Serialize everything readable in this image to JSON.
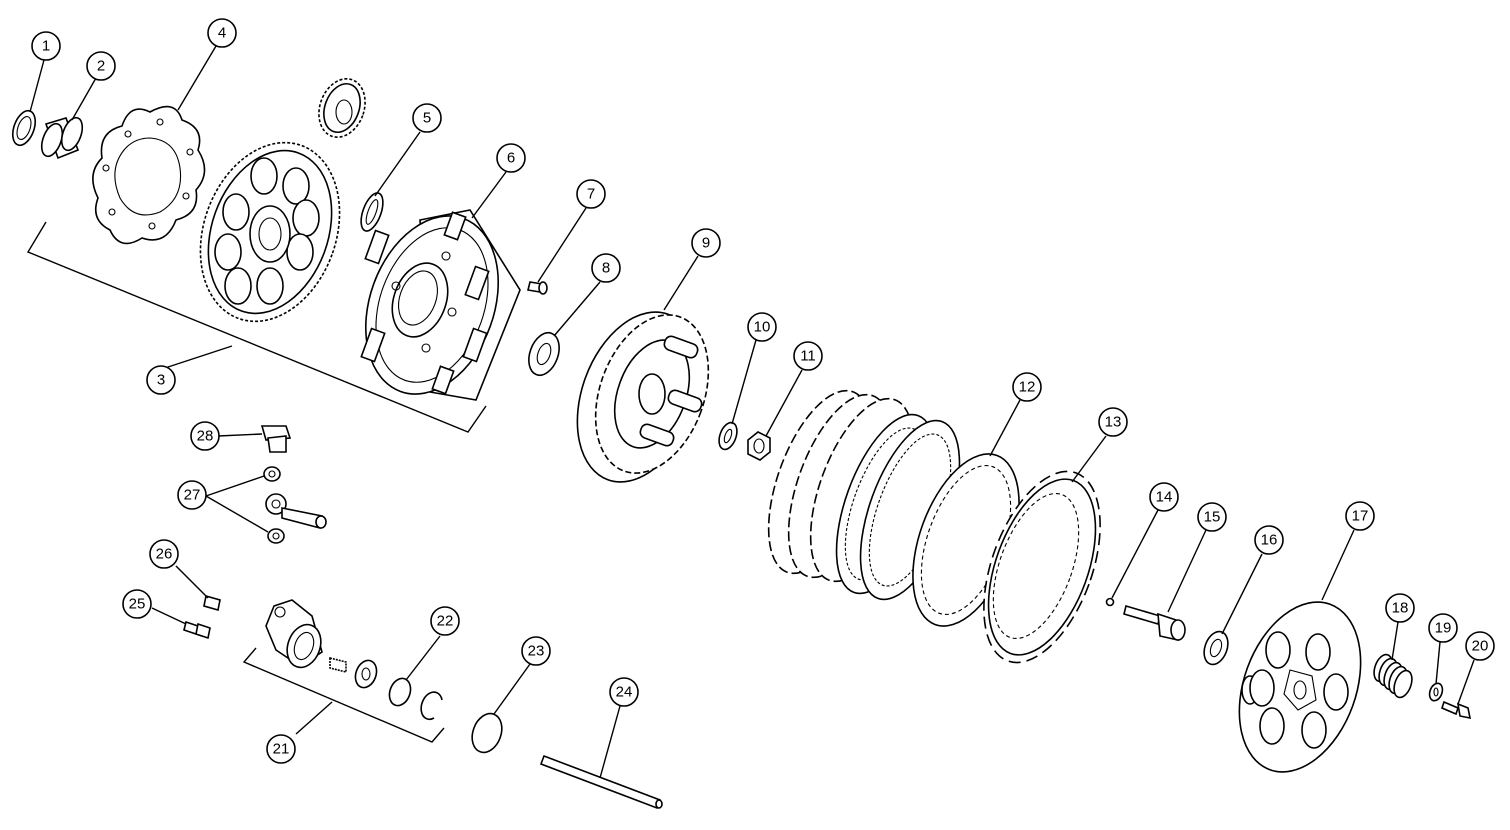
{
  "diagram": {
    "type": "exploded-parts-view",
    "callouts": [
      {
        "id": "c1",
        "label": "1"
      },
      {
        "id": "c2",
        "label": "2"
      },
      {
        "id": "c3",
        "label": "3"
      },
      {
        "id": "c4",
        "label": "4"
      },
      {
        "id": "c5",
        "label": "5"
      },
      {
        "id": "c6",
        "label": "6"
      },
      {
        "id": "c7",
        "label": "7"
      },
      {
        "id": "c8",
        "label": "8"
      },
      {
        "id": "c9",
        "label": "9"
      },
      {
        "id": "c10",
        "label": "10"
      },
      {
        "id": "c11",
        "label": "11"
      },
      {
        "id": "c12",
        "label": "12"
      },
      {
        "id": "c13",
        "label": "13"
      },
      {
        "id": "c14",
        "label": "14"
      },
      {
        "id": "c15",
        "label": "15"
      },
      {
        "id": "c16",
        "label": "16"
      },
      {
        "id": "c17",
        "label": "17"
      },
      {
        "id": "c18",
        "label": "18"
      },
      {
        "id": "c19",
        "label": "19"
      },
      {
        "id": "c20",
        "label": "20"
      },
      {
        "id": "c21",
        "label": "21"
      },
      {
        "id": "c22",
        "label": "22"
      },
      {
        "id": "c23",
        "label": "23"
      },
      {
        "id": "c24",
        "label": "24"
      },
      {
        "id": "c25",
        "label": "25"
      },
      {
        "id": "c26",
        "label": "26"
      },
      {
        "id": "c27",
        "label": "27"
      },
      {
        "id": "c28",
        "label": "28"
      }
    ]
  }
}
